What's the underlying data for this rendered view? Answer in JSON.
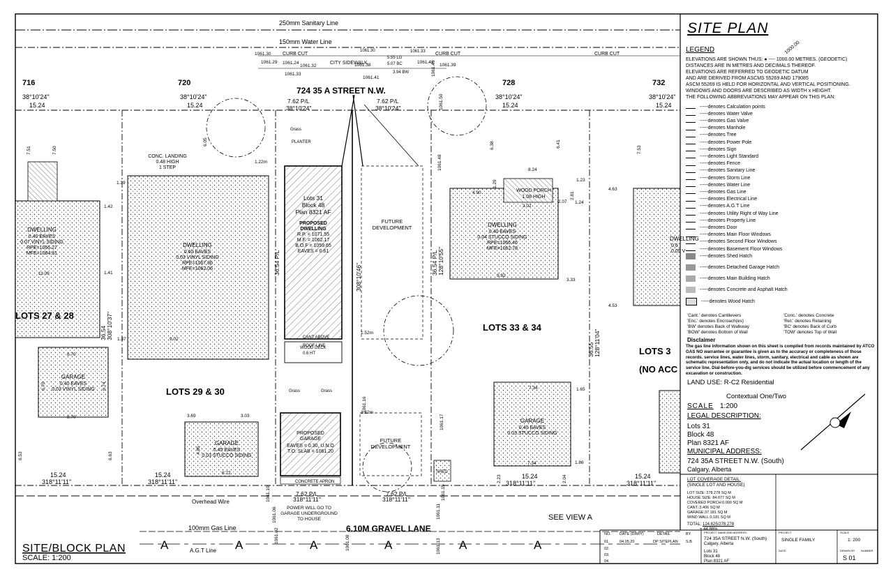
{
  "title_block": {
    "site_plan_title": "SITE PLAN",
    "legend_heading": "LEGEND",
    "legend_lines": [
      "ELEVATIONS ARE SHOWN THUS:  ● ---- 1000.00 METRES. (GEODETIC)",
      "DISTANCES ARE IN METRES AND DECIMALS THEREOF.",
      "ELEVATIONS ARE REFERRED TO GEODETIC DATUM",
      "AND ARE DERIVED FROM ASCMS 55269 AND 179085",
      "ASCM 55269 IS HELD FOR HORIZONTAL AND VERTICAL POSITIONING.",
      "WINDOWS AND DOORS ARE DESCRIBED AS WIDTH x HEIGHT.",
      "THE FOLLOWING ABBREVIATIONS MAY APPEAR ON THIS PLAN:"
    ],
    "elevation_sample": "1000.00",
    "abbreviations": [
      "denotes Calculation points",
      "denotes Water Valve",
      "denotes Gas Valve",
      "denotes Manhole",
      "denotes Tree",
      "denotes Power Pole",
      "denotes Sign",
      "denotes Light Standard",
      "denotes Fence",
      "denotes Sanitary Line",
      "denotes Storm Line",
      "denotes Water Line",
      "denotes Gas Line",
      "denotes Electrical Line",
      "denotes A.G.T Line",
      "denotes Utility Right of Way Line",
      "denotes Property Line",
      "denotes Door",
      "denotes Main Floor Windows",
      "denotes Second Floor Windows",
      "denotes Basement Floor Windows"
    ],
    "hatches": [
      "denotes Shed Hatch",
      "denotes Detached Garage Hatch",
      "denotes Main Building Hatch",
      "denotes Concrete and Asphalt Hatch",
      "denotes Wood Hatch"
    ],
    "abbr_notes_left": [
      "'Cant.' denotes Cantilevers",
      "'Enc.' denotes Encroach(es)",
      "'BW' denotes Back of Walkway",
      "'BOW' denotes Bottom of Wall"
    ],
    "abbr_notes_right": [
      "'Conc.' denotes Concrete",
      "'Ret.' denotes Retaining",
      "'BC' denotes Back of Curb",
      "'TOW' denotes Top of Wall"
    ],
    "disclaimer_heading": "Disclaimer",
    "disclaimer_text": "The gas line information shown on this sheet is compiled from records maintained by ATCO GAS NO warrantee or guarantee is given as to the accuracy or completeness of those records. service lines, water lines, storm, sanitary, electrical and cable as shown are schematic representation only, and do not indicate the actual location or length of the service line. Dial-before-you-dig services should be utilized before commencement of any excavation or construction.",
    "land_use_1": "LAND USE: R-C2 Residential",
    "land_use_2": "Contextual One/Two",
    "scale_label": "SCALE",
    "scale_value": "1:200",
    "legal_heading": "LEGAL DESCRIPTION:",
    "legal_lines": [
      "Lots 31",
      "Block 48",
      "Plan 8321 AF"
    ],
    "municipal_heading": "MUNICIPAL ADDRESS:",
    "municipal_lines": [
      "724 35A STREET N.W. (South)",
      "Calgary, Alberta"
    ],
    "coverage_heading_1": "LOT COVERAGE DETAIL:",
    "coverage_heading_2": "(SINGLE LOT AND HOUSE)",
    "coverage_lines": [
      "LOT SIZE: 278.278 SQ M",
      "HOUSE SIZE: 84.077 SQ M",
      "COVERED PORCH:0.000 SQ M",
      "CANT.:3.406 SQ M",
      "GARAGE:37.181 SQ M",
      "WIND WALL:0.181 SQ M"
    ],
    "total_label": "TOTAL:",
    "total_value": "124.825/278.278",
    "total_pct": "= 44.86%"
  },
  "bottom_block": {
    "col_headers": [
      "NO.",
      "DATE (D/M/Y)",
      "DETAIL",
      "BY"
    ],
    "rows": [
      [
        "01.",
        "04.05.20",
        "DP SITEPLAN",
        "S.B"
      ],
      [
        "02.",
        "",
        "",
        ""
      ],
      [
        "03.",
        "",
        "",
        ""
      ],
      [
        "04.",
        "",
        "",
        ""
      ]
    ],
    "project_label": "PROJECT NAME AND ADDRESS:",
    "project_lines": [
      "724 35A STREET N.W. (South)",
      "Calgary, Alberta",
      "",
      "Lots 31",
      "Block 48",
      "Plan 8321 AF"
    ],
    "type_label": "PROJECT",
    "type_value": "SINGLE FAMILY",
    "scale_small_label": "SCALE",
    "scale_small_value": "1: 200",
    "date_label": "DATE",
    "drawn_label": "DRAWN BY",
    "sheet_label": "NUMBER",
    "sheet_value": "S   01"
  },
  "plan": {
    "sanitary_line": "250mm Sanitary Line",
    "water_line": "150mm Water Line",
    "gas_line": "100mm Gas Line",
    "agt_line": "A.G.T Line",
    "overhead_wire": "Overhead Wire",
    "street_name": "724 35 A STREET N.W.",
    "city_sidewalk": "CITY SIDEWALK",
    "gravel_lane": "6.10M GRAVEL LANE",
    "see_view": "SEE VIEW A",
    "view_marker": "A",
    "plan_title": "SITE/BLOCK PLAN",
    "plan_scale": "SCALE:  1:200",
    "power_note": [
      "POWER WILL GO TO",
      "GARAGE UNDERGROUND",
      "TO HOUSE"
    ],
    "lot_numbers": [
      "716",
      "720",
      "728",
      "732"
    ],
    "lot_groups": [
      "LOTS 27 & 28",
      "LOTS 29 & 30",
      "LOTS 33 & 34",
      "LOTS 3",
      "(NO ACC"
    ],
    "subject_lot": [
      "Lots 31",
      "Block 48",
      "Plan 8321 AF"
    ],
    "proposed_dwelling": [
      "PROPOSED",
      "DWELLING",
      "R.P. = 1071.55",
      "M.F. = 1062.17",
      "B.O.F = 1059.65",
      "EAVES = 0.61"
    ],
    "proposed_garage": [
      "PROPOSED",
      "GARAGE",
      "EAVES = 0.30, U.N.O",
      "T.O. SLAB = 1061.20"
    ],
    "future_dev_1": [
      "FUTURE",
      "DEVELOPMENT"
    ],
    "future_dev_2": [
      "FUTURE",
      "DEVELOPMENT"
    ],
    "dwelling_left": [
      "DWELLING",
      "0.40 EAVES",
      "0.07 VINYL SIDING",
      "RPE=1066.27",
      "MFE=1064.81"
    ],
    "dwelling_mid": [
      "DWELLING",
      "0.60 EAVES",
      "0.03 VINYL SIDING",
      "RPE=1067.86",
      "MFE=1062.06"
    ],
    "dwelling_right": [
      "DWELLING",
      "0.40 EAVES",
      "0.04 STUCCO SIDING",
      "RPE=1066.46",
      "MFE=1062.78"
    ],
    "dwelling_far_right": [
      "DWELLING",
      "0.6",
      "0.05 V"
    ],
    "garage_left": [
      "GARAGE",
      "0.40 EAVES",
      "0.03 VINYL SIDING"
    ],
    "garage_mid": [
      "GARAGE",
      "0.45 EAVES",
      "0.03 STUCCO SIDING"
    ],
    "garage_right": [
      "GARAGE",
      "0.40 EAVES",
      "0.03 STUCCO SIDING"
    ],
    "wood_porch": [
      "WOOD PORCH",
      "1.08 HIGH"
    ],
    "conc_landing": [
      "CONC. LANDING",
      "0.48 HIGH",
      "1 STEP"
    ],
    "grass": [
      "Grass",
      "Grass",
      "Grass"
    ],
    "wood_deck": [
      "WOOD DECK",
      "0.6 HT"
    ],
    "cant_above": "CANT ABOVE",
    "roof_line": "ROOF LINE",
    "conc_apron": "CONCRETE APRON",
    "planter": "PLANTER",
    "shed": "SHED",
    "curb_cut": "CURB CUT",
    "bearings_top": [
      "38°10'24\"",
      "38°10'24\"",
      "38°10'24\"",
      "38°10'24\""
    ],
    "widths_top": [
      "15.24",
      "15.24",
      "15.24",
      "15.24"
    ],
    "subject_front": [
      "7.62 P/L",
      "38°10'24\"",
      "7.62 P/L",
      "38°10'24\""
    ],
    "bearings_bottom": [
      "318°11'11\"",
      "318°11'11\"",
      "318°11'11\"",
      "318°11'11\""
    ],
    "widths_bottom": [
      "15.24",
      "15.24",
      "15.24",
      "15.24"
    ],
    "subject_rear": [
      "7.62 P/L",
      "318°11'11\"",
      "7.62 P/L",
      "318°11'11\""
    ],
    "side_dims": [
      "36.54",
      "308°10'37\"",
      "36.54 P/L",
      "308°10'46\"",
      "36.54 P/L",
      "128°10'55\"",
      "36.55",
      "128°11'04\""
    ],
    "elevations": [
      "1061.29",
      "1061.24",
      "1061.32",
      "1061.33",
      "1061.38",
      "1061.43",
      "1061.39",
      "1061.41",
      "1061.50",
      "1061.45",
      "1061.48",
      "1061.30",
      "1061.11",
      "1061.15",
      "1061.17",
      "1061.16",
      "1061.13",
      "1061.02",
      "1061.08",
      "1061.06",
      "1061.10"
    ],
    "top_misc": [
      "5.55 LG",
      "5.07 BC",
      "3.94 BW",
      "1061.30",
      "1061.33"
    ],
    "dims_misc": [
      "7.51",
      "7.50",
      "6.05",
      "6.38",
      "6.41",
      "7.53",
      "4.63",
      "4.53",
      "3.33",
      "1.39",
      "1.42",
      "1.41",
      "1.37",
      "11.09",
      "9.02",
      "9.92",
      "8.70",
      "8.70",
      "6.72",
      "7.34",
      "7.34",
      "1.65",
      "1.86",
      "2.23",
      "2.04",
      "6.53",
      "6.63",
      "6.70",
      "6.74",
      "3.03",
      "3.69",
      "4.85",
      "4.90",
      "3.02",
      "8.24",
      "2.07",
      "1.24",
      "1.23",
      "1.29",
      "2.81",
      "1.22m",
      "1.52m",
      "1.22m"
    ]
  }
}
